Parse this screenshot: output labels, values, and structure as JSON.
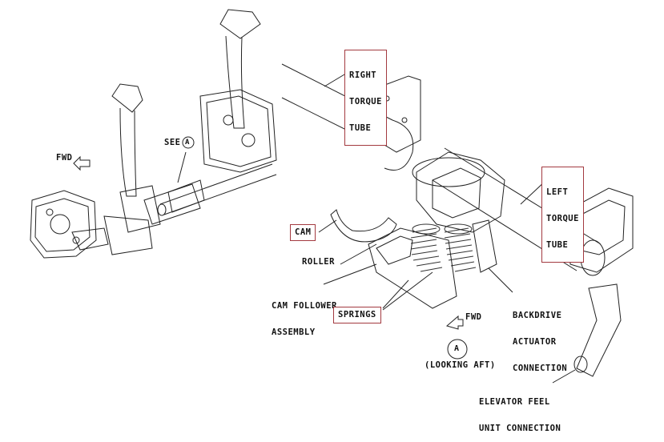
{
  "colors": {
    "callout_border": "#a33a40",
    "line": "#222222"
  },
  "overview": {
    "fwd_label": "FWD",
    "see_label": "SEE",
    "see_ref": "A"
  },
  "detail": {
    "right_torque_tube": [
      "RIGHT",
      "TORQUE",
      "TUBE"
    ],
    "left_torque_tube": [
      "LEFT",
      "TORQUE",
      "TUBE"
    ],
    "cam": "CAM",
    "roller": "ROLLER",
    "cam_follower": [
      "CAM FOLLOWER",
      "ASSEMBLY"
    ],
    "springs": "SPRINGS",
    "backdrive": [
      "BACKDRIVE",
      "ACTUATOR",
      "CONNECTION"
    ],
    "fwd_label": "FWD",
    "view_ref": "A",
    "view_caption": "(LOOKING AFT)",
    "elevator_feel": [
      "ELEVATOR FEEL",
      "UNIT CONNECTION"
    ]
  }
}
